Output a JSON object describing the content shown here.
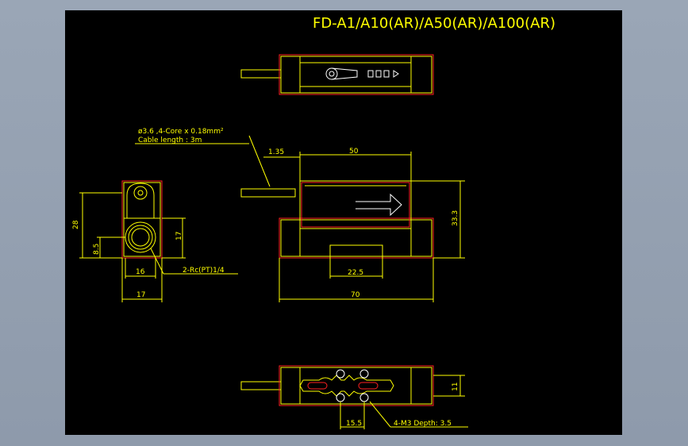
{
  "drawing": {
    "title": "FD-A1/A10(AR)/A50(AR)/A100(AR)",
    "colors": {
      "background": "#000000",
      "outline": "#ffff00",
      "edge": "#ff2020",
      "screen": "#9aa6b6"
    },
    "note": {
      "line1": "ø3.6 ,4-Core x 0.18mm²",
      "line2": "Cable length : 3m"
    },
    "dimensions": {
      "cable_offset": "1.35",
      "length_50": "50",
      "height_33_3": "33.3",
      "port_width": "22.5",
      "overall_length": "70",
      "side_height": "28",
      "port_center": "8.5",
      "side_17_vertical": "17",
      "side_16": "16",
      "side_17": "17",
      "port_thread": "2-Rc(PT)1/4",
      "mount_spacing": "15.5",
      "mount_screws": "4-M3 Depth: 3.5",
      "bottom_height": "11"
    }
  }
}
